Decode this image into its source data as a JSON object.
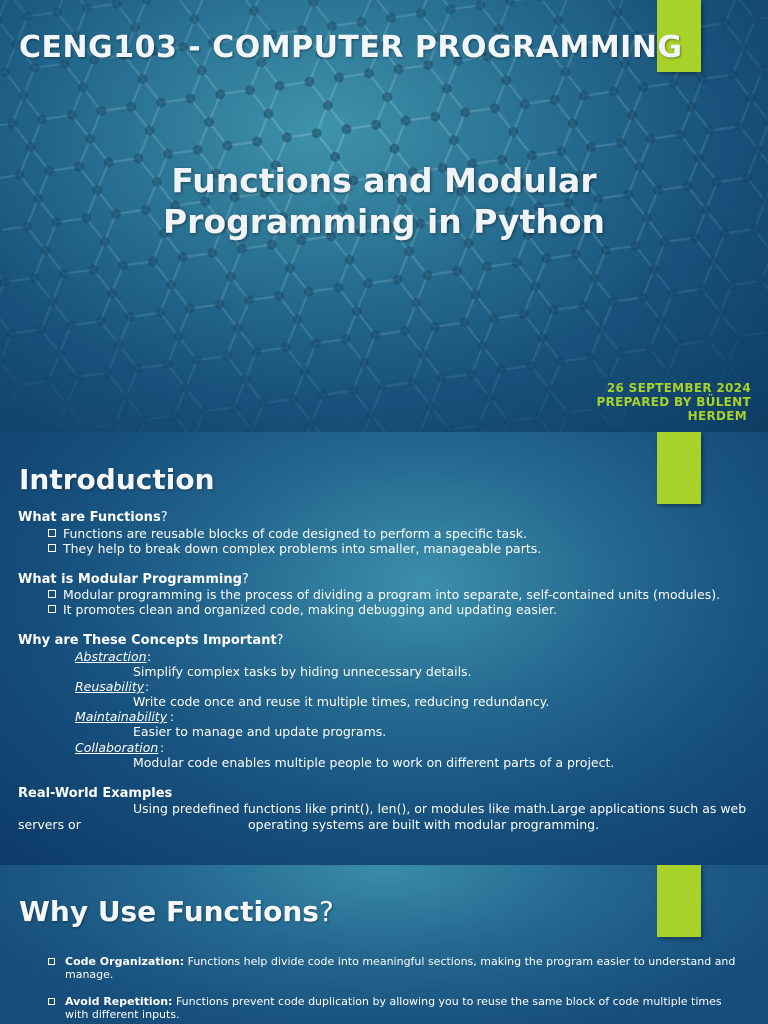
{
  "slide1": {
    "course": "CENG103 - COMPUTER PROGRAMMING",
    "title_line1": "Functions and Modular",
    "title_line2": "Programming in Python",
    "date": "26 SEPTEMBER 2024",
    "prepared_line1": "PREPARED BY BÜLENT",
    "prepared_line2": "HERDEM"
  },
  "slide2": {
    "heading": "Introduction",
    "s1_bold": "What are Functions",
    "s1_q": "?",
    "s1_bullets": [
      "Functions are reusable blocks of code designed to perform a specific task.",
      "They help to break down complex problems into smaller, manageable parts."
    ],
    "s2_bold": "What is Modular Programming",
    "s2_q": "?",
    "s2_bullets": [
      "Modular programming is the process of dividing a program into separate, self-contained units (modules).",
      "It promotes clean and organized code, making debugging and updating easier."
    ],
    "s3_bold": "Why are These Concepts Important",
    "s3_q": "?",
    "concepts": [
      {
        "term": "Abstraction",
        "desc": "Simplify complex tasks by hiding unnecessary details."
      },
      {
        "term": "Reusability",
        "desc": "Write code once and reuse it multiple times, reducing redundancy."
      },
      {
        "term": "Maintainability",
        "desc": "Easier to manage and update programs."
      },
      {
        "term": "Collaboration",
        "desc": "Modular code enables multiple people to work on different parts of a project."
      }
    ],
    "colon": ":",
    "s4_bold": "Real-World Examples",
    "s4_line1": "Using predefined functions like print(), len(), or modules like math.Large applications such as web",
    "s4_line2a": "servers or",
    "s4_line2b": "operating systems are built with modular programming."
  },
  "slide3": {
    "heading_bold": "Why Use Functions",
    "heading_q": "?",
    "items": [
      {
        "label": "Code Organization:",
        "text": "Functions help divide code into meaningful sections, making the program easier to understand and manage."
      },
      {
        "label": "Avoid Repetition:",
        "text": "Functions prevent code duplication by allowing you to reuse the same block of code multiple times with different inputs."
      }
    ]
  },
  "colors": {
    "accent": "#a8d22a",
    "slide_bg": "#1a5a85"
  }
}
